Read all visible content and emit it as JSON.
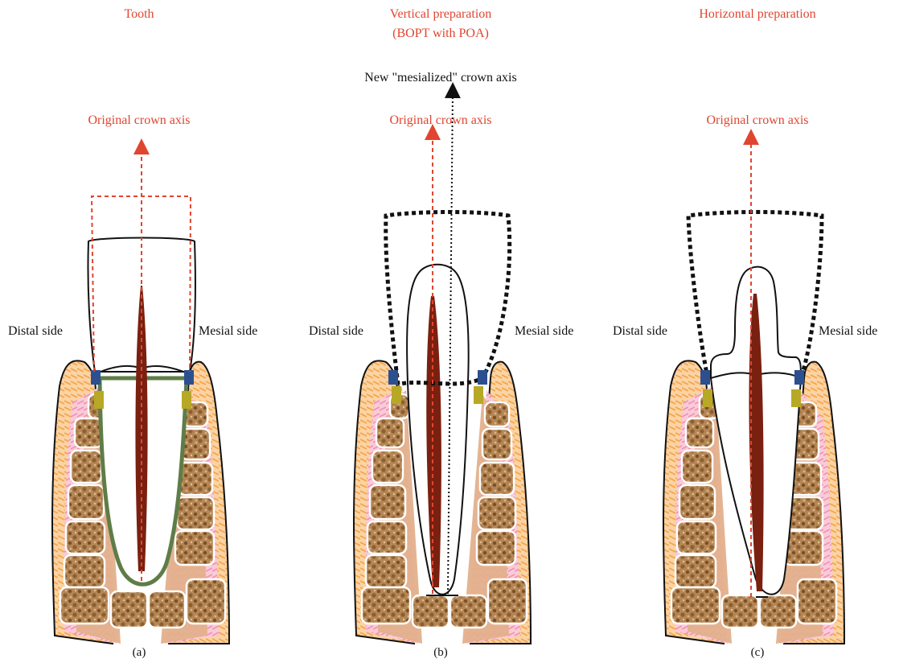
{
  "colors": {
    "label_red": "#e0452f",
    "axis_red": "#e0452f",
    "gum_orange": "#f6b66b",
    "gum_pink": "#f7aec5",
    "bone_tan": "#e3b08c",
    "bone_block": "#a87a44",
    "ligament_green": "#5e7d47",
    "pulp": "#7a2010",
    "contact_blue": "#2c4f8f",
    "contact_olive": "#b7a826"
  },
  "panels": [
    {
      "id": "a",
      "title": "Tooth",
      "subtitle": "",
      "axis_label": "Original crown axis",
      "distal_label": "Distal side",
      "mesial_label": "Mesial side",
      "caption": "(a)"
    },
    {
      "id": "b",
      "title": "Vertical preparation",
      "subtitle": "(BOPT with POA)",
      "new_axis_label": "New \"mesialized\" crown axis",
      "axis_label": "Original crown axis",
      "distal_label": "Distal side",
      "mesial_label": "Mesial side",
      "caption": "(b)"
    },
    {
      "id": "c",
      "title": "Horizontal preparation",
      "subtitle": "",
      "axis_label": "Original crown axis",
      "distal_label": "Distal side",
      "mesial_label": "Mesial side",
      "caption": "(c)"
    }
  ]
}
